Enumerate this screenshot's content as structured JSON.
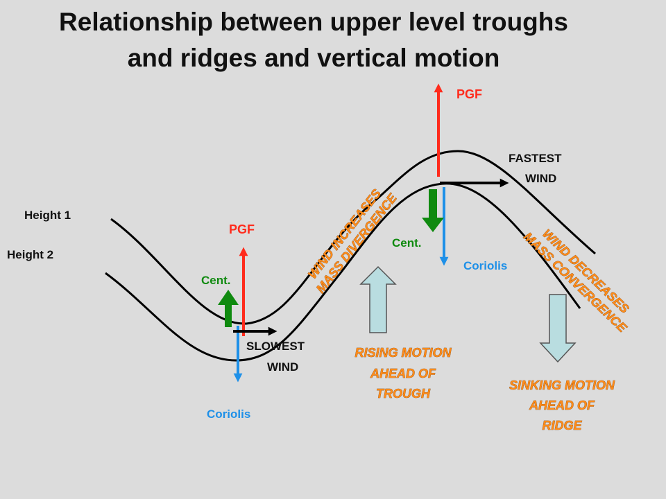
{
  "title": {
    "line1": "Relationship between upper level troughs",
    "line2": "and ridges and vertical motion"
  },
  "labels": {
    "height1": "Height 1",
    "height2": "Height 2",
    "pgf_trough": "PGF",
    "pgf_ridge": "PGF",
    "cent_trough": "Cent.",
    "cent_ridge": "Cent.",
    "coriolis_trough": "Coriolis",
    "coriolis_ridge": "Coriolis",
    "slowest_line1": "SLOWEST",
    "slowest_line2": "WIND",
    "fastest_line1": "FASTEST",
    "fastest_line2": "WIND",
    "increase_line1": "WIND INCREASES",
    "increase_line2": "MASS DIVERGENCE",
    "decrease_line1": "WIND DECREASES",
    "decrease_line2": "MASS CONVERGENCE",
    "rising_line1": "RISING MOTION",
    "rising_line2": "AHEAD OF",
    "rising_line3": "TROUGH",
    "sinking_line1": "SINKING MOTION",
    "sinking_line2": "AHEAD OF",
    "sinking_line3": "RIDGE"
  },
  "colors": {
    "background": "#dcdcdc",
    "pgf": "#ff2b1c",
    "centrifugal": "#0f8a0f",
    "coriolis": "#1e90e8",
    "wind": "#000000",
    "motion_arrow": "#b9dde0",
    "annotation": "#ff8c1a"
  }
}
